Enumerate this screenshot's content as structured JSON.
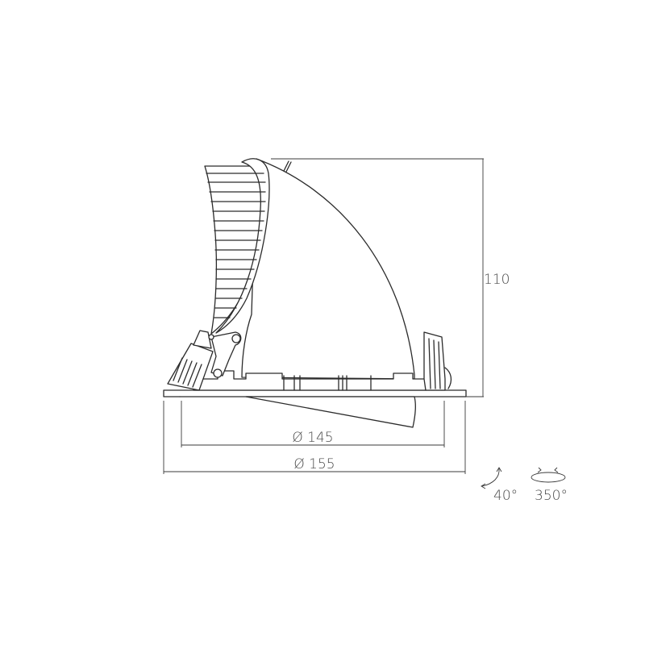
{
  "dimensions": {
    "height": "110",
    "inner_diameter": "Ø 145",
    "outer_diameter": "Ø 155"
  },
  "adjustment": {
    "tilt": "40°",
    "rotation": "350°"
  },
  "colors": {
    "line": "#2b2b2b",
    "dimension": "#3a3a3a",
    "text": "#4a4a4a",
    "background": "#ffffff"
  }
}
